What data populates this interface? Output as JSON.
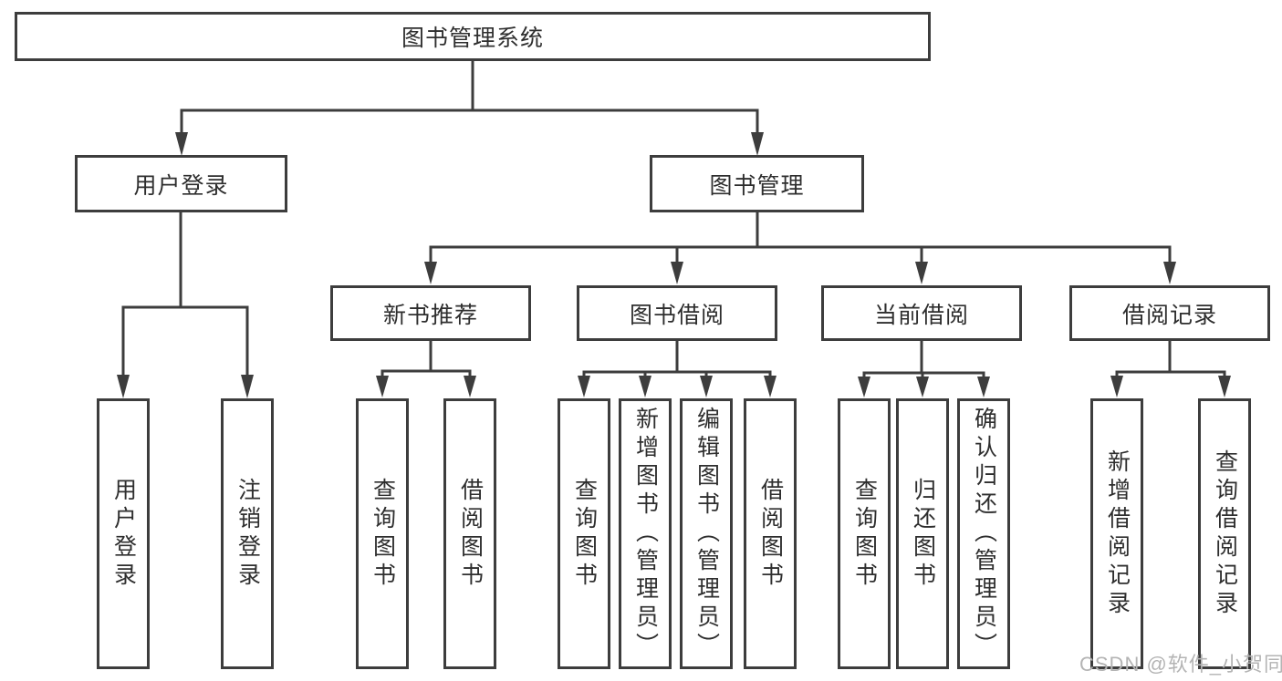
{
  "tree": {
    "label": "图书管理系统",
    "children": [
      {
        "label": "用户登录",
        "children": [
          {
            "label": "用户登录"
          },
          {
            "label": "注销登录"
          }
        ]
      },
      {
        "label": "图书管理",
        "children": [
          {
            "label": "新书推荐",
            "children": [
              {
                "label": "查询图书"
              },
              {
                "label": "借阅图书"
              }
            ]
          },
          {
            "label": "图书借阅",
            "children": [
              {
                "label": "查询图书"
              },
              {
                "label": "新增图书（管理员）"
              },
              {
                "label": "编辑图书（管理员）"
              },
              {
                "label": "借阅图书"
              }
            ]
          },
          {
            "label": "当前借阅",
            "children": [
              {
                "label": "查询图书"
              },
              {
                "label": "归还图书"
              },
              {
                "label": "确认归还（管理员）"
              }
            ]
          },
          {
            "label": "借阅记录",
            "children": [
              {
                "label": "新增借阅记录"
              },
              {
                "label": "查询借阅记录"
              }
            ]
          }
        ]
      }
    ]
  },
  "watermark": {
    "text": "CSDN @软件_小贺同学"
  },
  "colors": {
    "box_border": "#3d3d3d",
    "connector": "#3d3d3d",
    "text": "#2e2e2e",
    "watermark": "#b4b4b4",
    "background": "#ffffff"
  }
}
